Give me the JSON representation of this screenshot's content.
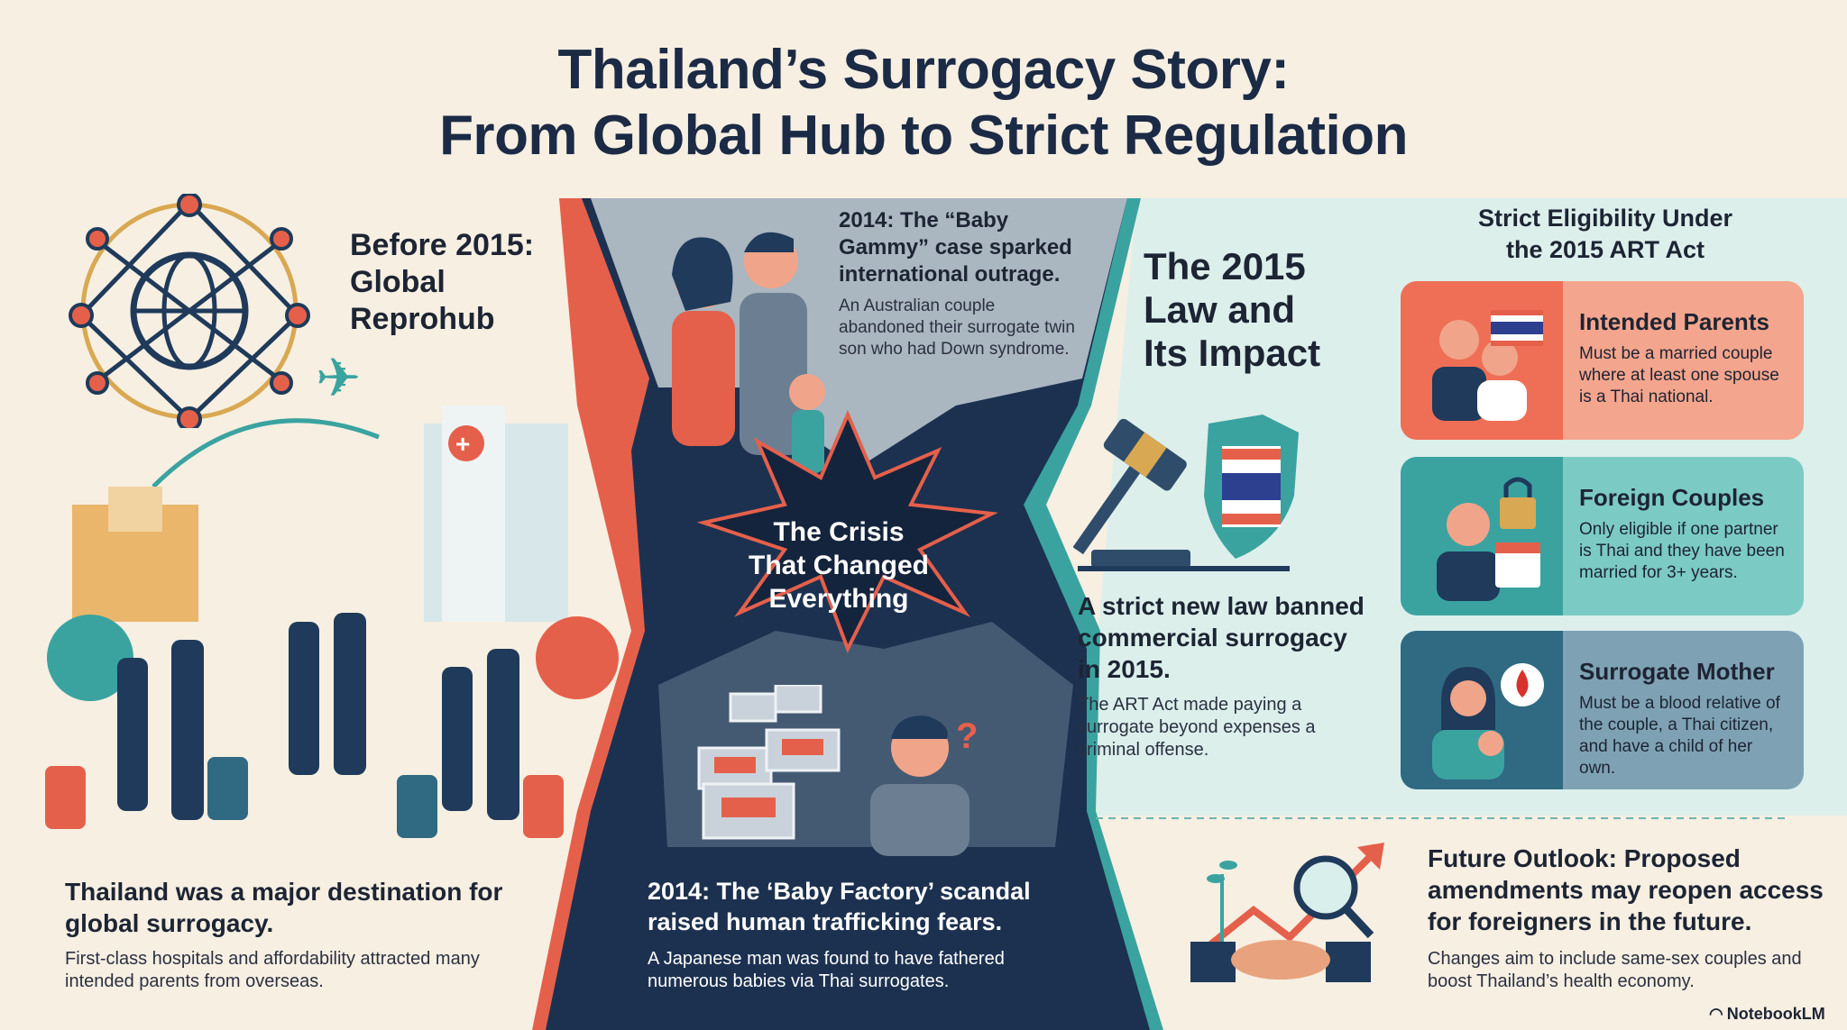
{
  "title": {
    "line1": "Thailand’s Surrogacy Story:",
    "line2": "From Global Hub to Strict Regulation"
  },
  "before": {
    "heading": [
      "Before 2015:",
      "Global",
      "Reprohub"
    ],
    "summary": "Thailand was a major destination for global surrogacy.",
    "detail": "First-class hospitals and affordability attracted many intended parents from overseas."
  },
  "crisis": {
    "label": [
      "The Crisis",
      "That Changed",
      "Everything"
    ],
    "gammy_heading": "2014: The “Baby Gammy” case sparked international outrage.",
    "gammy_detail": "An Australian couple abandoned their surrogate twin son who had Down syndrome.",
    "factory_heading": "2014: The ‘Baby Factory’ scandal raised human trafficking fears.",
    "factory_detail": "A Japanese man was found to have fathered numerous babies via Thai surrogates."
  },
  "law": {
    "heading": [
      "The 2015",
      "Law and",
      "Its Impact"
    ],
    "summary": "A strict new law banned commercial surrogacy in 2015.",
    "detail": "The ART Act made paying a surrogate beyond expenses a criminal offense."
  },
  "eligibility": {
    "heading": [
      "Strict Eligibility Under",
      "the 2015 ART Act"
    ],
    "cards": [
      {
        "title": "Intended Parents",
        "body": "Must be a married couple where at least one spouse is a Thai national.",
        "icon": "couple-thai-flag-icon",
        "dark": "#ef6f56",
        "light": "#f4a58d"
      },
      {
        "title": "Foreign Couples",
        "body": "Only eligible if one partner is Thai and they have been married for 3+ years.",
        "icon": "man-lock-calendar-icon",
        "dark": "#3aa3a0",
        "light": "#7ccac4"
      },
      {
        "title": "Surrogate Mother",
        "body": "Must be a blood relative of the couple, a Thai citizen, and have a child of her own.",
        "icon": "mother-blood-drop-icon",
        "dark": "#2f6a82",
        "light": "#7ea2b4"
      }
    ]
  },
  "future": {
    "heading": "Future Outlook: Proposed amendments may reopen access for foreigners in the future.",
    "detail": "Changes aim to include same-sex couples and boost Thailand’s health economy."
  },
  "branding": "NotebookLM",
  "colors": {
    "navy": "#1b2a45",
    "coral": "#e8604c",
    "teal": "#3aa3a0",
    "cream": "#f6efe2",
    "mint": "#d9efec"
  }
}
